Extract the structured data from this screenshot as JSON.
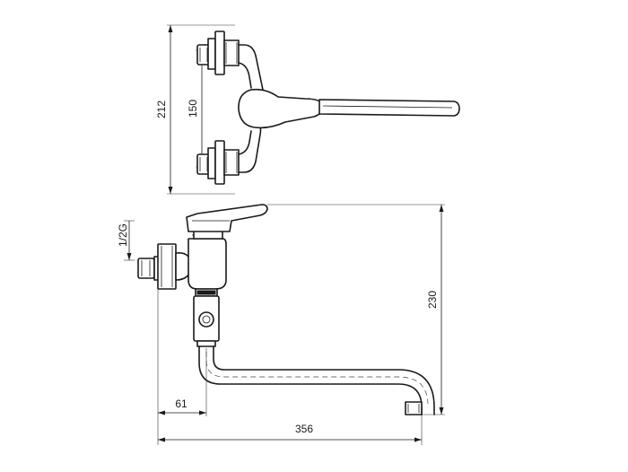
{
  "dimensions": {
    "overall_height": "212",
    "inlet_spacing": "150",
    "thread": "1/2G",
    "outlet_height": "230",
    "wall_offset": "61",
    "spout_reach": "356"
  }
}
